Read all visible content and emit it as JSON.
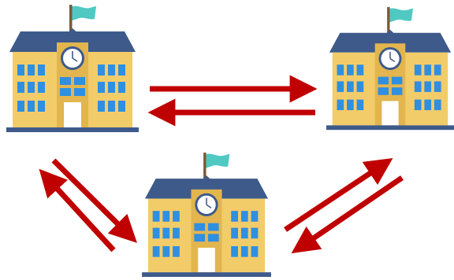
{
  "diagram": {
    "nodes": [
      {
        "id": "school-left",
        "icon": "school-building-icon"
      },
      {
        "id": "school-right",
        "icon": "school-building-icon"
      },
      {
        "id": "school-bottom",
        "icon": "school-building-icon"
      }
    ],
    "edges": [
      {
        "from": "school-left",
        "to": "school-right"
      },
      {
        "from": "school-right",
        "to": "school-left"
      },
      {
        "from": "school-left",
        "to": "school-bottom"
      },
      {
        "from": "school-bottom",
        "to": "school-left"
      },
      {
        "from": "school-bottom",
        "to": "school-right"
      },
      {
        "from": "school-right",
        "to": "school-bottom"
      }
    ],
    "colors": {
      "arrow": "#c00000",
      "wall": "#f3cc6a",
      "wall_shade": "#e2b54f",
      "roof": "#3d5a8a",
      "window": "#2f8fe0",
      "base": "#3d5a8a",
      "flag": "#4fc9c2",
      "door": "#ffffff",
      "clock_face": "#ffffff"
    }
  }
}
